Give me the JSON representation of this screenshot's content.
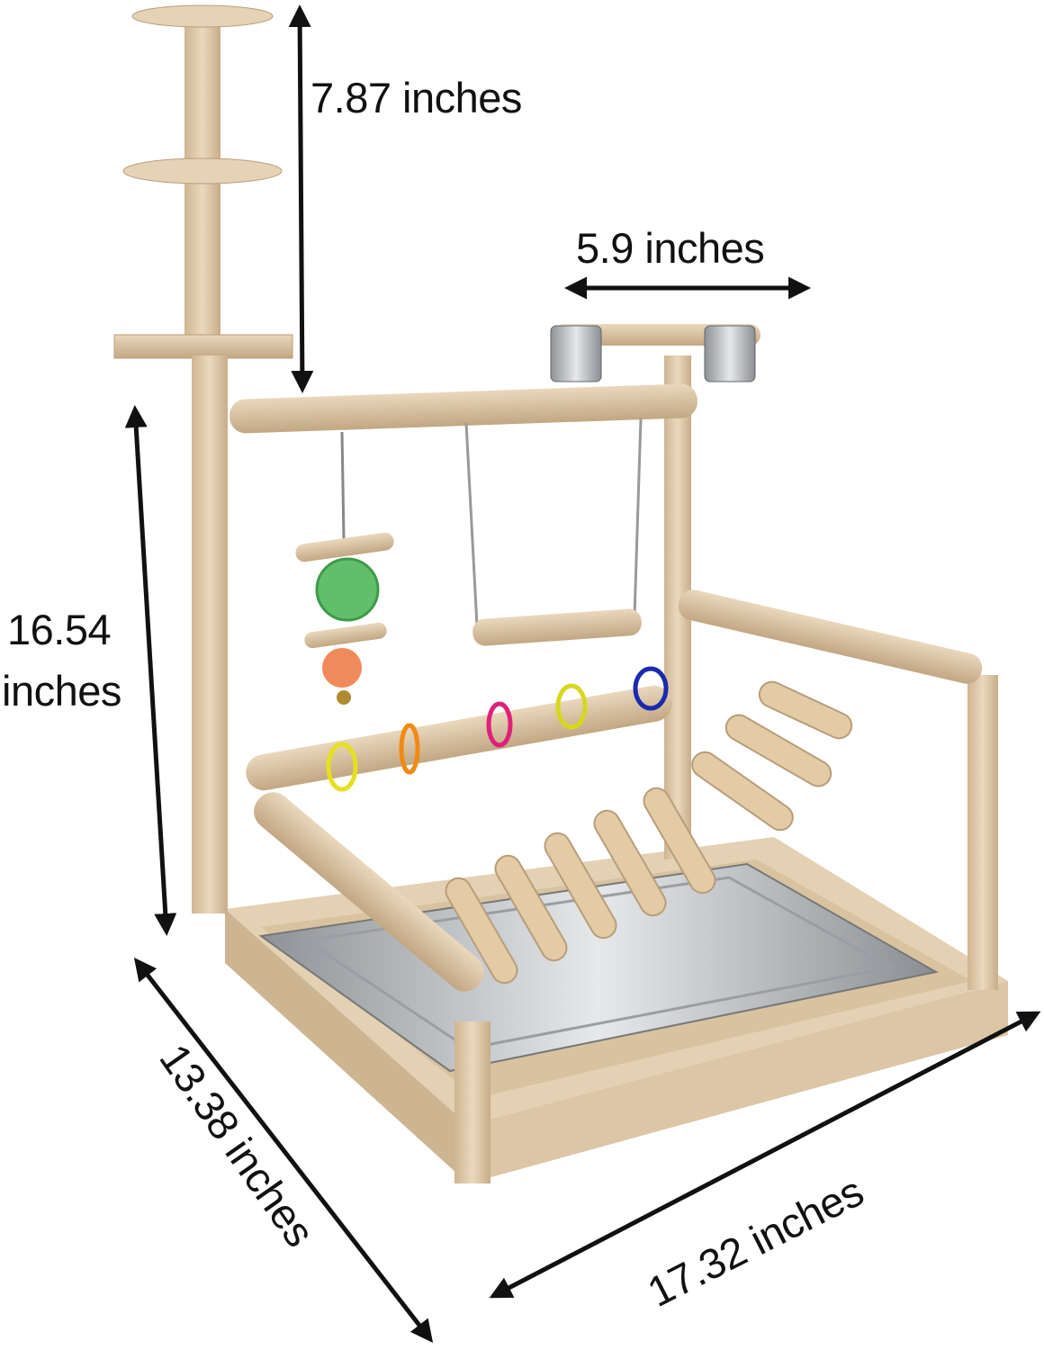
{
  "image": {
    "subject": "wooden-bird-playstand",
    "colors": {
      "wood": "#dcc6a6",
      "wood_dark": "#b89d7a",
      "steel": "#c9cbcd",
      "arrow": "#111111"
    }
  },
  "dimensions": {
    "top_tower_height": "7.87 inches",
    "feeder_width": "5.9 inches",
    "frame_height_line1": "16.54",
    "frame_height_line2": "inches",
    "depth": "13.38 inches",
    "width": "17.32 inches"
  }
}
